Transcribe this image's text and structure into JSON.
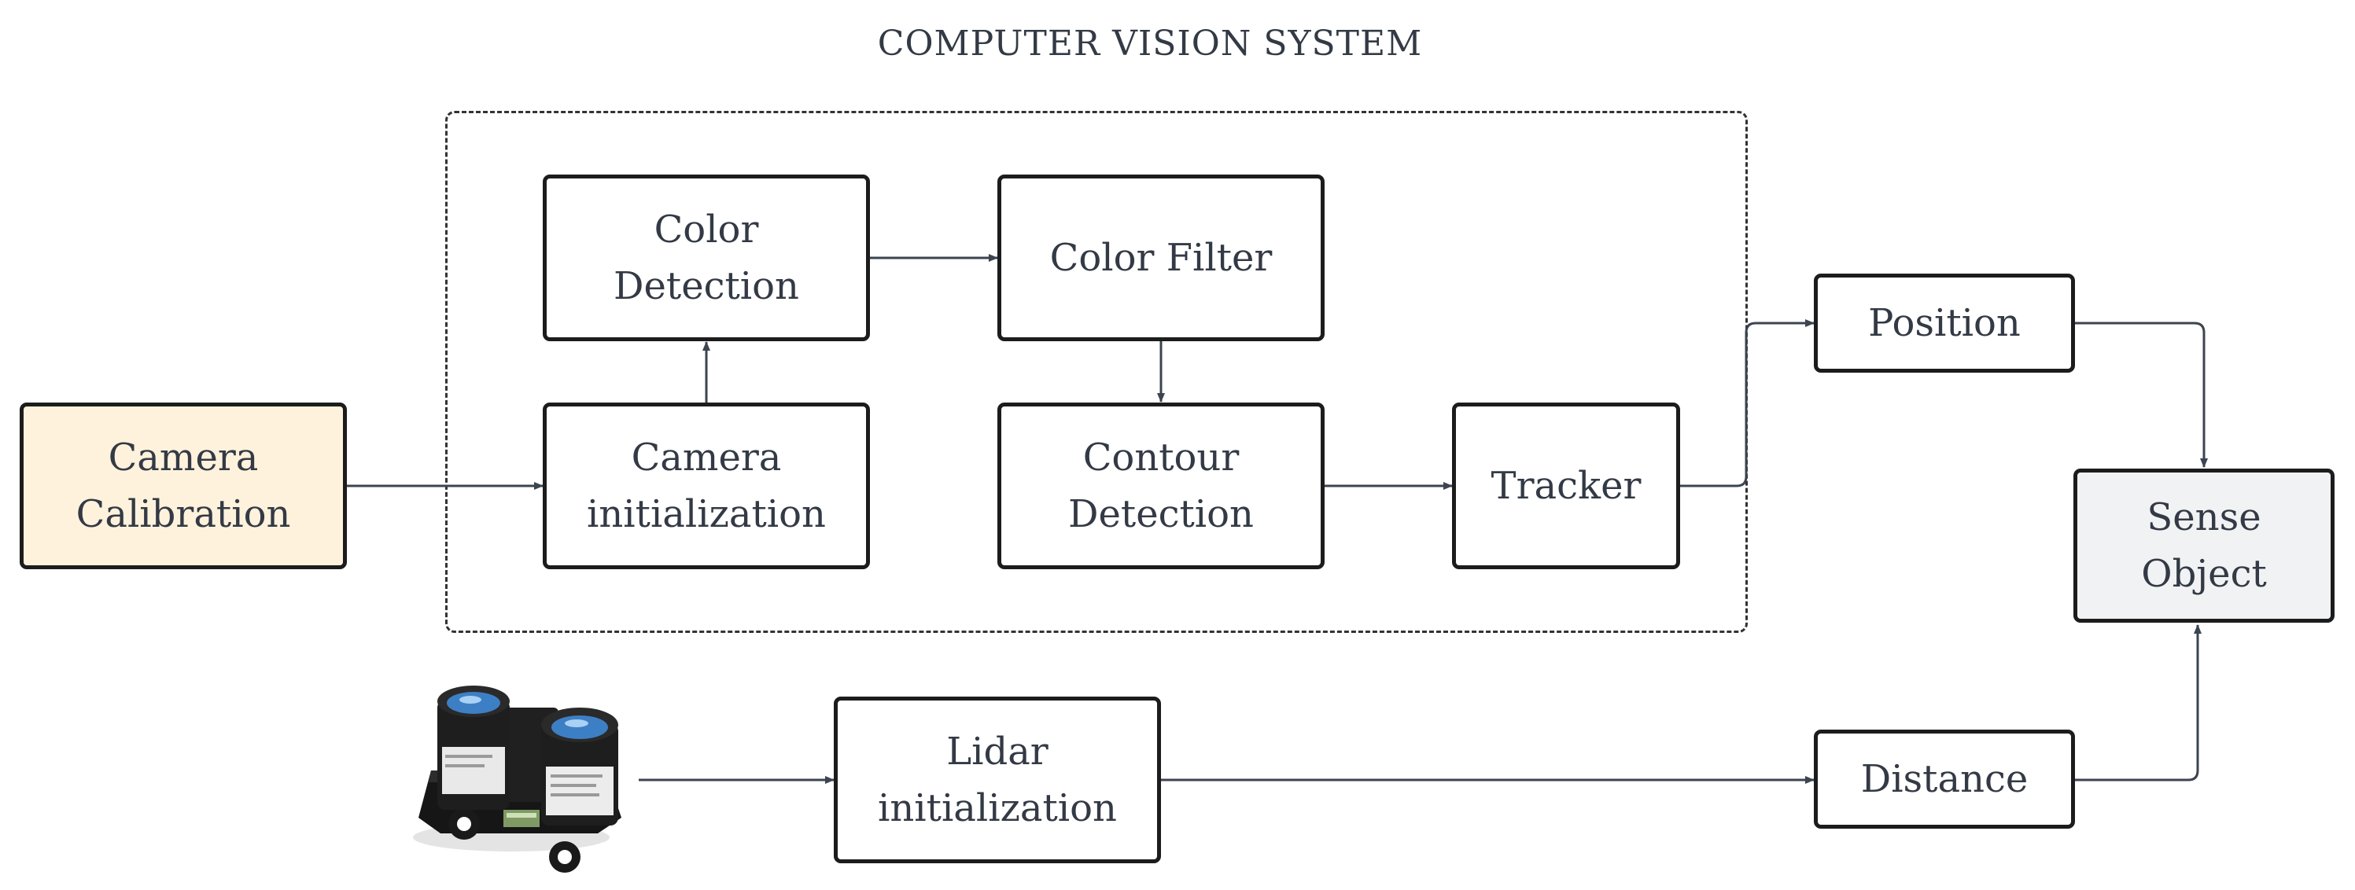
{
  "title": "COMPUTER VISION SYSTEM",
  "colors": {
    "camera_calibration_fill": "#fff2dc",
    "sense_object_fill": "#f1f2f4",
    "arrow": "#3c4450",
    "text": "#333a45"
  },
  "nodes": {
    "camera_calibration": "Camera\nCalibration",
    "color_detection": "Color\nDetection",
    "camera_initialization": "Camera\ninitialization",
    "color_filter": "Color Filter",
    "contour_detection": "Contour\nDetection",
    "tracker": "Tracker",
    "position": "Position",
    "sense_object": "Sense\nObject",
    "lidar_initialization": "Lidar\ninitialization",
    "distance": "Distance"
  },
  "device_image": "lidar-sensor",
  "edges": [
    {
      "from": "Camera Calibration",
      "to": "Camera initialization"
    },
    {
      "from": "Camera initialization",
      "to": "Color Detection"
    },
    {
      "from": "Color Detection",
      "to": "Color Filter"
    },
    {
      "from": "Color Filter",
      "to": "Contour Detection"
    },
    {
      "from": "Contour Detection",
      "to": "Tracker"
    },
    {
      "from": "Tracker",
      "to": "Position"
    },
    {
      "from": "Position",
      "to": "Sense Object"
    },
    {
      "from": "lidar-sensor",
      "to": "Lidar initialization"
    },
    {
      "from": "Lidar initialization",
      "to": "Distance"
    },
    {
      "from": "Distance",
      "to": "Sense Object"
    }
  ]
}
